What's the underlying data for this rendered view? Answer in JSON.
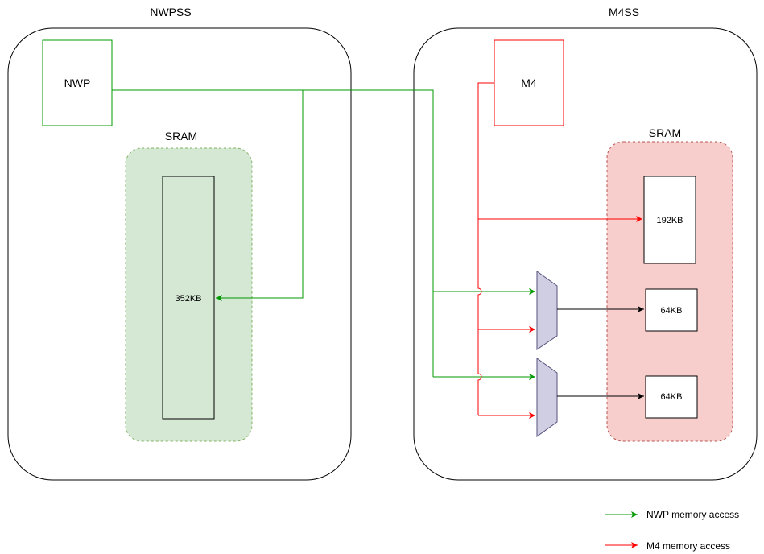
{
  "subsystems": {
    "nwpss": {
      "title": "NWPSS"
    },
    "m4ss": {
      "title": "M4SS"
    }
  },
  "processors": {
    "nwp": {
      "label": "NWP"
    },
    "m4": {
      "label": "M4"
    }
  },
  "sram": {
    "nwpss": {
      "title": "SRAM",
      "bank": "352KB"
    },
    "m4ss": {
      "title": "SRAM",
      "banks": [
        "192KB",
        "64KB",
        "64KB"
      ]
    }
  },
  "legend": {
    "nwp_access": "NWP memory access",
    "m4_access": "M4 memory access"
  },
  "colors": {
    "nwp_green": "#009900",
    "m4_red": "#ff0000",
    "sram_green_fill": "#d5e8d4",
    "sram_green_border": "#82b366",
    "sram_red_fill": "#f8cecc",
    "sram_red_border": "#b85450",
    "mux_fill": "#d0cee2",
    "mux_border": "#56517e"
  }
}
